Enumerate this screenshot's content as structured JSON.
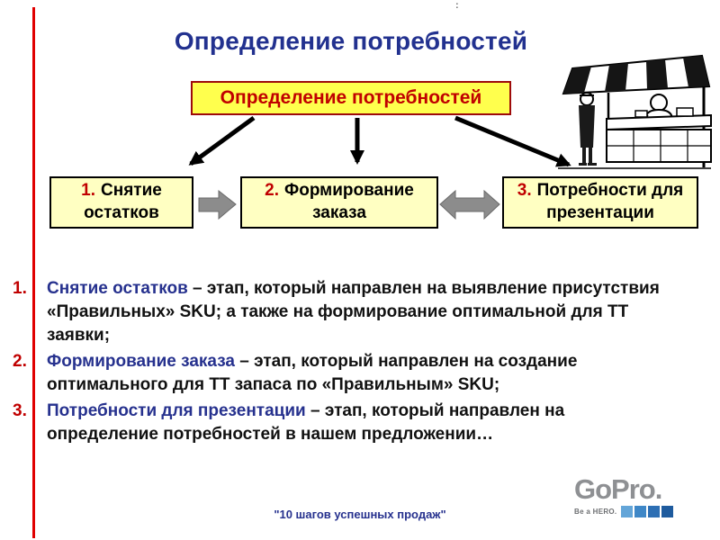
{
  "slide": {
    "top_mark": ":",
    "title": "Определение потребностей",
    "diagram": {
      "top_box": "Определение потребностей",
      "boxes": [
        {
          "num": "1.",
          "label": "Снятие остатков"
        },
        {
          "num": "2.",
          "label": "Формирование заказа"
        },
        {
          "num": "3.",
          "label": "Потребности для презентации"
        }
      ]
    },
    "list": [
      {
        "num": "1.",
        "lead": "Снятие остатков",
        "rest": " – этап, который направлен на выявление присутствия «Правильных» SKU; а также на формирование оптимальной для ТТ заявки;"
      },
      {
        "num": "2.",
        "lead": "Формирование заказа",
        "rest": " – этап, который направлен на создание оптимального для ТТ запаса по «Правильным» SKU;"
      },
      {
        "num": "3.",
        "lead": "Потребности для презентации",
        "rest": " – этап, который направлен на определение потребностей в нашем предложении…"
      }
    ],
    "footer": "\"10 шагов успешных продаж\"",
    "logo": {
      "wordmark": "GoPro.",
      "tagline": "Be a HERO."
    },
    "colors": {
      "title_blue": "#22318f",
      "accent_red": "#c00000",
      "top_box_fill": "#ffff4d",
      "box_fill": "#ffffc2",
      "left_line_red": "#e00000",
      "logo_gray": "#8e9093",
      "logo_blue": "#2d6fb4"
    }
  }
}
